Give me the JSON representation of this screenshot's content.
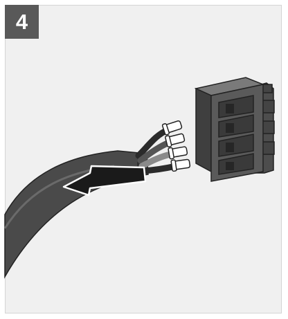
{
  "step": {
    "number": "4"
  },
  "colors": {
    "panel_background": "#f0f0f0",
    "badge_background": "#595959",
    "cable_jacket": "#4a4a4a",
    "connector_body": "#5a5a5a",
    "arrow": "#1a1a1a"
  },
  "icons": {
    "cable": "multi-core-cable",
    "ferrules": "wire-ferrule-ends",
    "connector": "terminal-block-connector",
    "arrow": "insert-direction-arrow"
  }
}
